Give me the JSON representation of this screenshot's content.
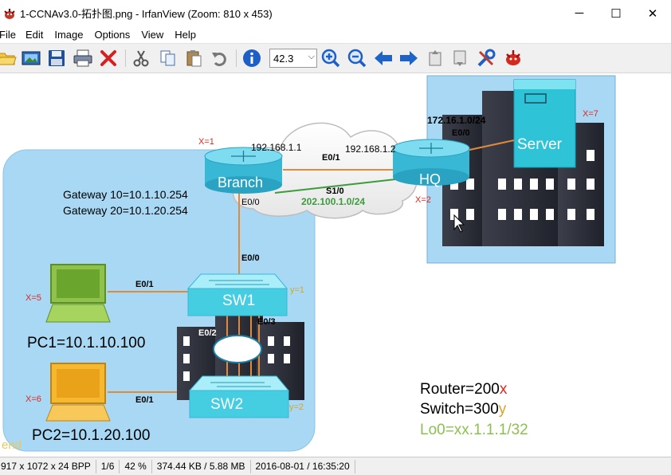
{
  "window": {
    "title": "1-CCNAv3.0-拓扑图.png - IrfanView (Zoom: 810 x 453)",
    "minimize": "─",
    "maximize": "☐",
    "close": "✕"
  },
  "menu": [
    "File",
    "Edit",
    "Image",
    "Options",
    "View",
    "Help"
  ],
  "toolbar": {
    "zoom_value": "42.3",
    "icons": [
      "open-folder-icon",
      "slideshow-icon",
      "save-icon",
      "print-icon",
      "delete-icon",
      "cut-icon",
      "copy-icon",
      "paste-icon",
      "undo-icon",
      "info-icon",
      "zoom-in-icon",
      "zoom-out-icon",
      "previous-icon",
      "next-icon",
      "first-page-icon",
      "last-page-icon",
      "settings-icon",
      "exit-icon"
    ]
  },
  "diagram": {
    "branch_label": "Branch",
    "hq_label": "HQ",
    "server_label": "Server",
    "sw1_label": "SW1",
    "sw2_label": "SW2",
    "x1": "X=1",
    "x2": "X=2",
    "x5": "X=5",
    "x6": "X=6",
    "x7": "X=7",
    "y1": "y=1",
    "y2": "y=2",
    "branch_ip": "192.168.1.1",
    "hq_ip": "192.168.1.2",
    "e01_top": "E0/1",
    "s10": "S1/0",
    "wan_net": "202.100.1.0/24",
    "server_net": "172.16.1.0/24",
    "server_e00": "E0/0",
    "branch_e00": "E0/0",
    "sw1_e00": "E0/0",
    "gw10": "Gateway 10=10.1.10.254",
    "gw20": "Gateway 20=10.1.20.254",
    "pc1_port": "E0/1",
    "pc2_port": "E0/1",
    "sw_e02": "E0/2",
    "sw_e03": "E0/3",
    "pc1_label": "PC1=10.1.10.100",
    "pc2_label": "PC2=10.1.20.100",
    "router_formula": "Router=200",
    "router_var": "x",
    "switch_formula": "Switch=300",
    "switch_var": "y",
    "lo0_formula": "Lo0=xx.1.1.1/32",
    "corner_text": "end"
  },
  "status": {
    "dimensions": "917 x 1072 x 24 BPP",
    "page": "1/6",
    "zoom": "42 %",
    "size": "374.44 KB / 5.88 MB",
    "datetime": "2016-08-01 / 16:35:20"
  },
  "colors": {
    "lan_bg": "#a8d8f4",
    "router_top": "#7ddcf0",
    "router_body": "#39b8d6",
    "switch_top": "#aaeefa",
    "switch_body": "#45cde2",
    "link_orange": "#e08a3c",
    "link_green": "#3d9b3d",
    "label_red": "#e2261b",
    "label_yellow": "#d8a52a",
    "lo0_green": "#8cc152"
  }
}
